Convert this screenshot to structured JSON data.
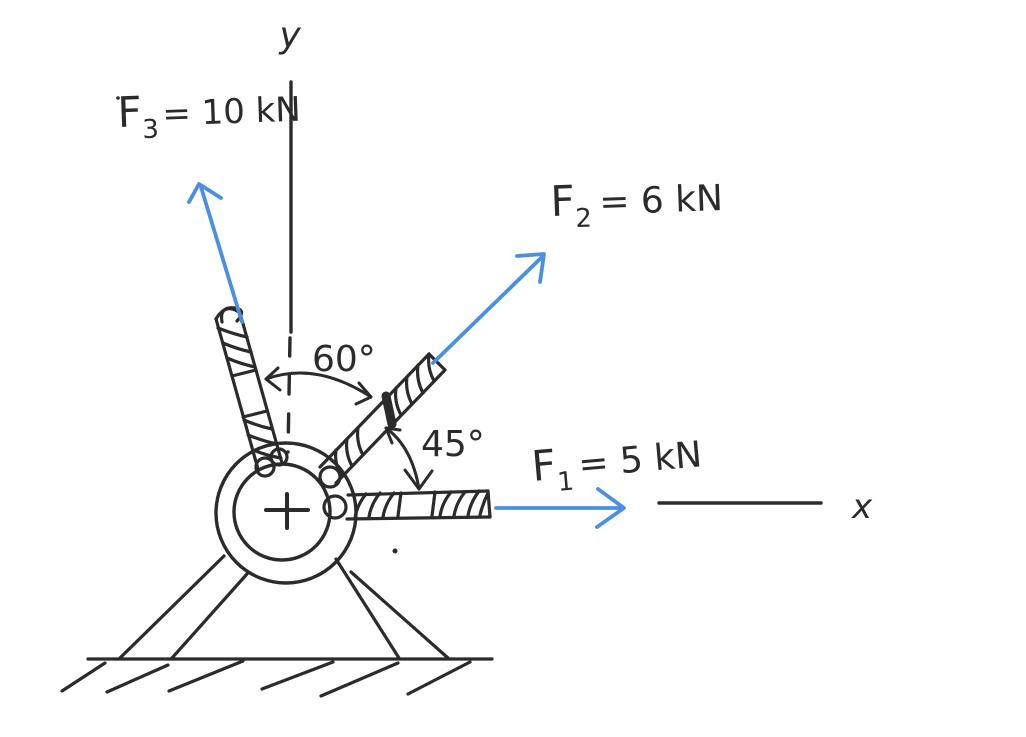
{
  "axis": {
    "y_label": "y",
    "x_label": "x"
  },
  "forces": [
    {
      "name": "F1",
      "symbol": "F",
      "subscript": "1",
      "value_text": "= 5 kN",
      "magnitude_kN": 5
    },
    {
      "name": "F2",
      "symbol": "F",
      "subscript": "2",
      "value_text": "= 6 kN",
      "magnitude_kN": 6
    },
    {
      "name": "F3",
      "symbol": "F",
      "subscript": "3",
      "value_text": "= 10 kN",
      "magnitude_kN": 10
    }
  ],
  "angle_labels": [
    {
      "text": "60°",
      "value_deg": 60,
      "between": "dashed y-axis and F2 rope"
    },
    {
      "text": "45°",
      "value_deg": 45,
      "between": "F2 rope and F1 rope (x direction)"
    }
  ],
  "colors": {
    "ink": "#2b2b2b",
    "force_arrow_blue": "#4a90e2",
    "background": "#ffffff"
  }
}
